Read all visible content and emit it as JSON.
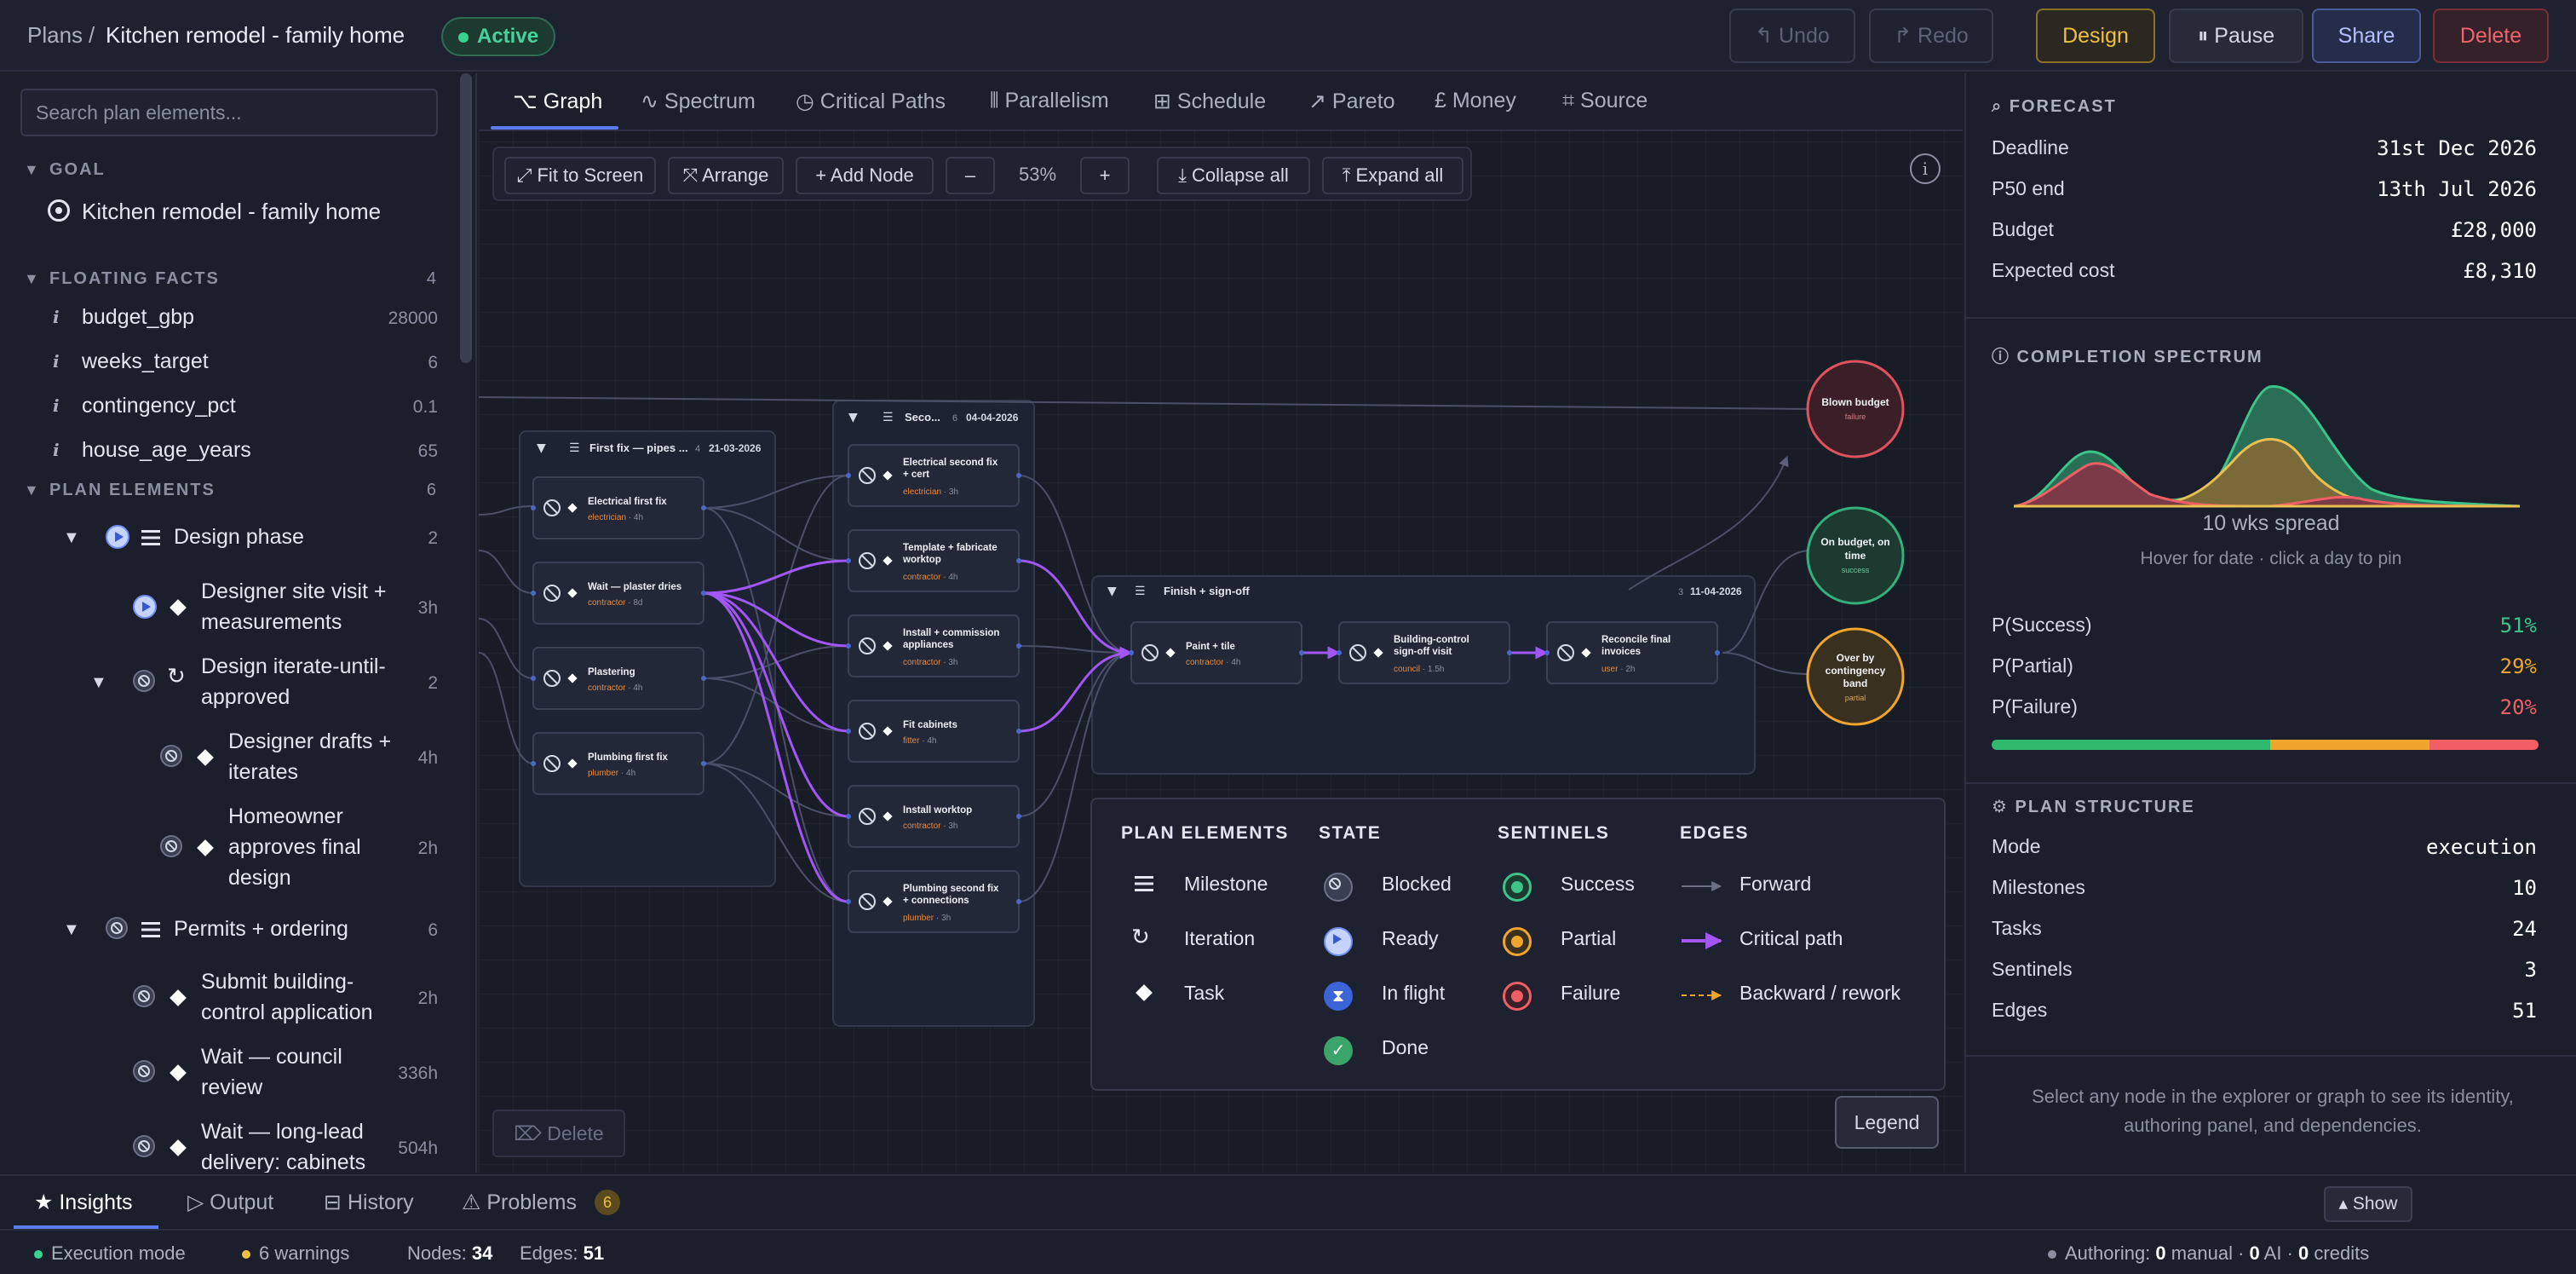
{
  "header": {
    "breadcrumb_root": "Plans",
    "breadcrumb_sep": "/",
    "plan_title": "Kitchen remodel - family home",
    "status": "Active",
    "undo": "↰ Undo",
    "redo": "↱ Redo",
    "design": "Design",
    "pause": "⏸ Pause",
    "share": "Share",
    "delete": "Delete"
  },
  "sidebar": {
    "search_placeholder": "Search plan elements...",
    "goal_heading": "GOAL",
    "goal": "Kitchen remodel - family home",
    "facts_heading": "FLOATING FACTS",
    "facts_count": "4",
    "facts": [
      {
        "name": "budget_gbp",
        "value": "28000"
      },
      {
        "name": "weeks_target",
        "value": "6"
      },
      {
        "name": "contingency_pct",
        "value": "0.1"
      },
      {
        "name": "house_age_years",
        "value": "65"
      }
    ],
    "elements_heading": "PLAN ELEMENTS",
    "elements_count": "6",
    "tree": [
      {
        "label": "Design phase",
        "value": "2"
      },
      {
        "label1": "Designer site visit +",
        "label2": "measurements",
        "value": "3h"
      },
      {
        "label1": "Design iterate-until-",
        "label2": "approved",
        "value": "2"
      },
      {
        "label1": "Designer drafts +",
        "label2": "iterates",
        "value": "4h"
      },
      {
        "label1": "Homeowner",
        "label2": "approves final",
        "label3": "design",
        "value": "2h"
      },
      {
        "label": "Permits + ordering",
        "value": "6"
      },
      {
        "label1": "Submit building-",
        "label2": "control application",
        "value": "2h"
      },
      {
        "label1": "Wait — council",
        "label2": "review",
        "value": "336h"
      },
      {
        "label1": "Wait — long-lead",
        "label2": "delivery: cabinets",
        "value": "504h"
      }
    ]
  },
  "tabs": [
    {
      "label": "⌥ Graph"
    },
    {
      "label": "∿ Spectrum"
    },
    {
      "label": "◷ Critical Paths"
    },
    {
      "label": "⫴ Parallelism"
    },
    {
      "label": "⊞ Schedule"
    },
    {
      "label": "↗ Pareto"
    },
    {
      "label": "£ Money"
    },
    {
      "label": "⌗ Source"
    }
  ],
  "toolbar": {
    "fit": "⤢ Fit to Screen",
    "arrange": "⤧ Arrange",
    "add_node": "+ Add Node",
    "zoom_out": "–",
    "zoom": "53%",
    "zoom_in": "+",
    "collapse": "⤓ Collapse all",
    "expand": "⤒ Expand all"
  },
  "graph": {
    "groups": [
      {
        "title": "First fix — pipes ...",
        "count": "4",
        "date": "21-03-2026"
      },
      {
        "title": "Seco...",
        "count": "6",
        "date": "04-04-2026"
      },
      {
        "title": "Finish + sign-off",
        "count": "3",
        "date": "11-04-2026"
      }
    ],
    "nodes": [
      {
        "t1": "Electrical first fix",
        "t2": "",
        "role": "electrician",
        "dur": "4h"
      },
      {
        "t1": "Wait — plaster dries",
        "t2": "",
        "role": "contractor",
        "dur": "8d"
      },
      {
        "t1": "Plastering",
        "t2": "",
        "role": "contractor",
        "dur": "4h"
      },
      {
        "t1": "Plumbing first fix",
        "t2": "",
        "role": "plumber",
        "dur": "4h"
      },
      {
        "t1": "Electrical second fix",
        "t2": "+ cert",
        "role": "electrician",
        "dur": "3h"
      },
      {
        "t1": "Template + fabricate",
        "t2": "worktop",
        "role": "contractor",
        "dur": "4h"
      },
      {
        "t1": "Install + commission",
        "t2": "appliances",
        "role": "contractor",
        "dur": "3h"
      },
      {
        "t1": "Fit cabinets",
        "t2": "",
        "role": "fitter",
        "dur": "4h"
      },
      {
        "t1": "Install worktop",
        "t2": "",
        "role": "contractor",
        "dur": "3h"
      },
      {
        "t1": "Plumbing second fix",
        "t2": "+ connections",
        "role": "plumber",
        "dur": "3h"
      },
      {
        "t1": "Paint + tile",
        "t2": "",
        "role": "contractor",
        "dur": "4h"
      },
      {
        "t1": "Building-control",
        "t2": "sign-off visit",
        "role": "council",
        "dur": "1.5h"
      },
      {
        "t1": "Reconcile final",
        "t2": "invoices",
        "role": "user",
        "dur": "2h"
      }
    ],
    "sentinels": [
      {
        "t1": "Blown budget",
        "t2": "",
        "t3": "",
        "sub": "failure"
      },
      {
        "t1": "On budget, on",
        "t2": "time",
        "t3": "",
        "sub": "success"
      },
      {
        "t1": "Over by",
        "t2": "contingency",
        "t3": "band",
        "sub": "partial"
      }
    ],
    "colors": {
      "critical": "#a256f5",
      "forward": "#4a5068",
      "success": "#3cc48a",
      "partial": "#f0a52c",
      "failure": "#f05f66"
    }
  },
  "legend": {
    "plan_elements_head": "PLAN ELEMENTS",
    "state_head": "STATE",
    "sentinels_head": "SENTINELS",
    "edges_head": "EDGES",
    "milestone": "Milestone",
    "iteration": "Iteration",
    "task": "Task",
    "blocked": "Blocked",
    "ready": "Ready",
    "in_flight": "In flight",
    "done": "Done",
    "success": "Success",
    "partial": "Partial",
    "failure": "Failure",
    "forward": "Forward",
    "critical_path": "Critical path",
    "backward": "Backward / rework",
    "toggle": "Legend"
  },
  "canvas_delete": "⌦ Delete",
  "forecast": {
    "heading": "⌕ FORECAST",
    "deadline_label": "Deadline",
    "deadline": "31st Dec 2026",
    "p50_label": "P50 end",
    "p50": "13th Jul 2026",
    "budget_label": "Budget",
    "budget": "£28,000",
    "expected_label": "Expected cost",
    "expected": "£8,310"
  },
  "spectrum": {
    "heading": "ⓘ COMPLETION SPECTRUM",
    "spread": "10 wks spread",
    "hint": "Hover for date · click a day to pin",
    "p_success_label": "P(Success)",
    "p_success": "51%",
    "p_partial_label": "P(Partial)",
    "p_partial": "29%",
    "p_failure_label": "P(Failure)",
    "p_failure": "20%",
    "fractions": {
      "success": 0.51,
      "partial": 0.29,
      "failure": 0.2
    }
  },
  "structure": {
    "heading": "⚙ PLAN STRUCTURE",
    "mode_label": "Mode",
    "mode": "execution",
    "milestones_label": "Milestones",
    "milestones": "10",
    "tasks_label": "Tasks",
    "tasks": "24",
    "sentinels_label": "Sentinels",
    "sentinels": "3",
    "edges_label": "Edges",
    "edges": "51"
  },
  "right_footer": "Select any node in the explorer or graph to see its identity, authoring panel, and dependencies.",
  "bottom_tabs": {
    "insights": "★ Insights",
    "output": "▷ Output",
    "history": "⊟ History",
    "problems": "⚠ Problems",
    "problems_count": "6",
    "show": "▴ Show"
  },
  "status": {
    "mode": "Execution mode",
    "warnings": "6 warnings",
    "nodes_label": "Nodes:",
    "nodes": "34",
    "edges_label": "Edges:",
    "edges": "51",
    "authoring_label": "Authoring:",
    "manual_count": "0",
    "manual": "manual ·",
    "ai_count": "0",
    "ai": "AI ·",
    "credits_count": "0",
    "credits": "credits"
  }
}
